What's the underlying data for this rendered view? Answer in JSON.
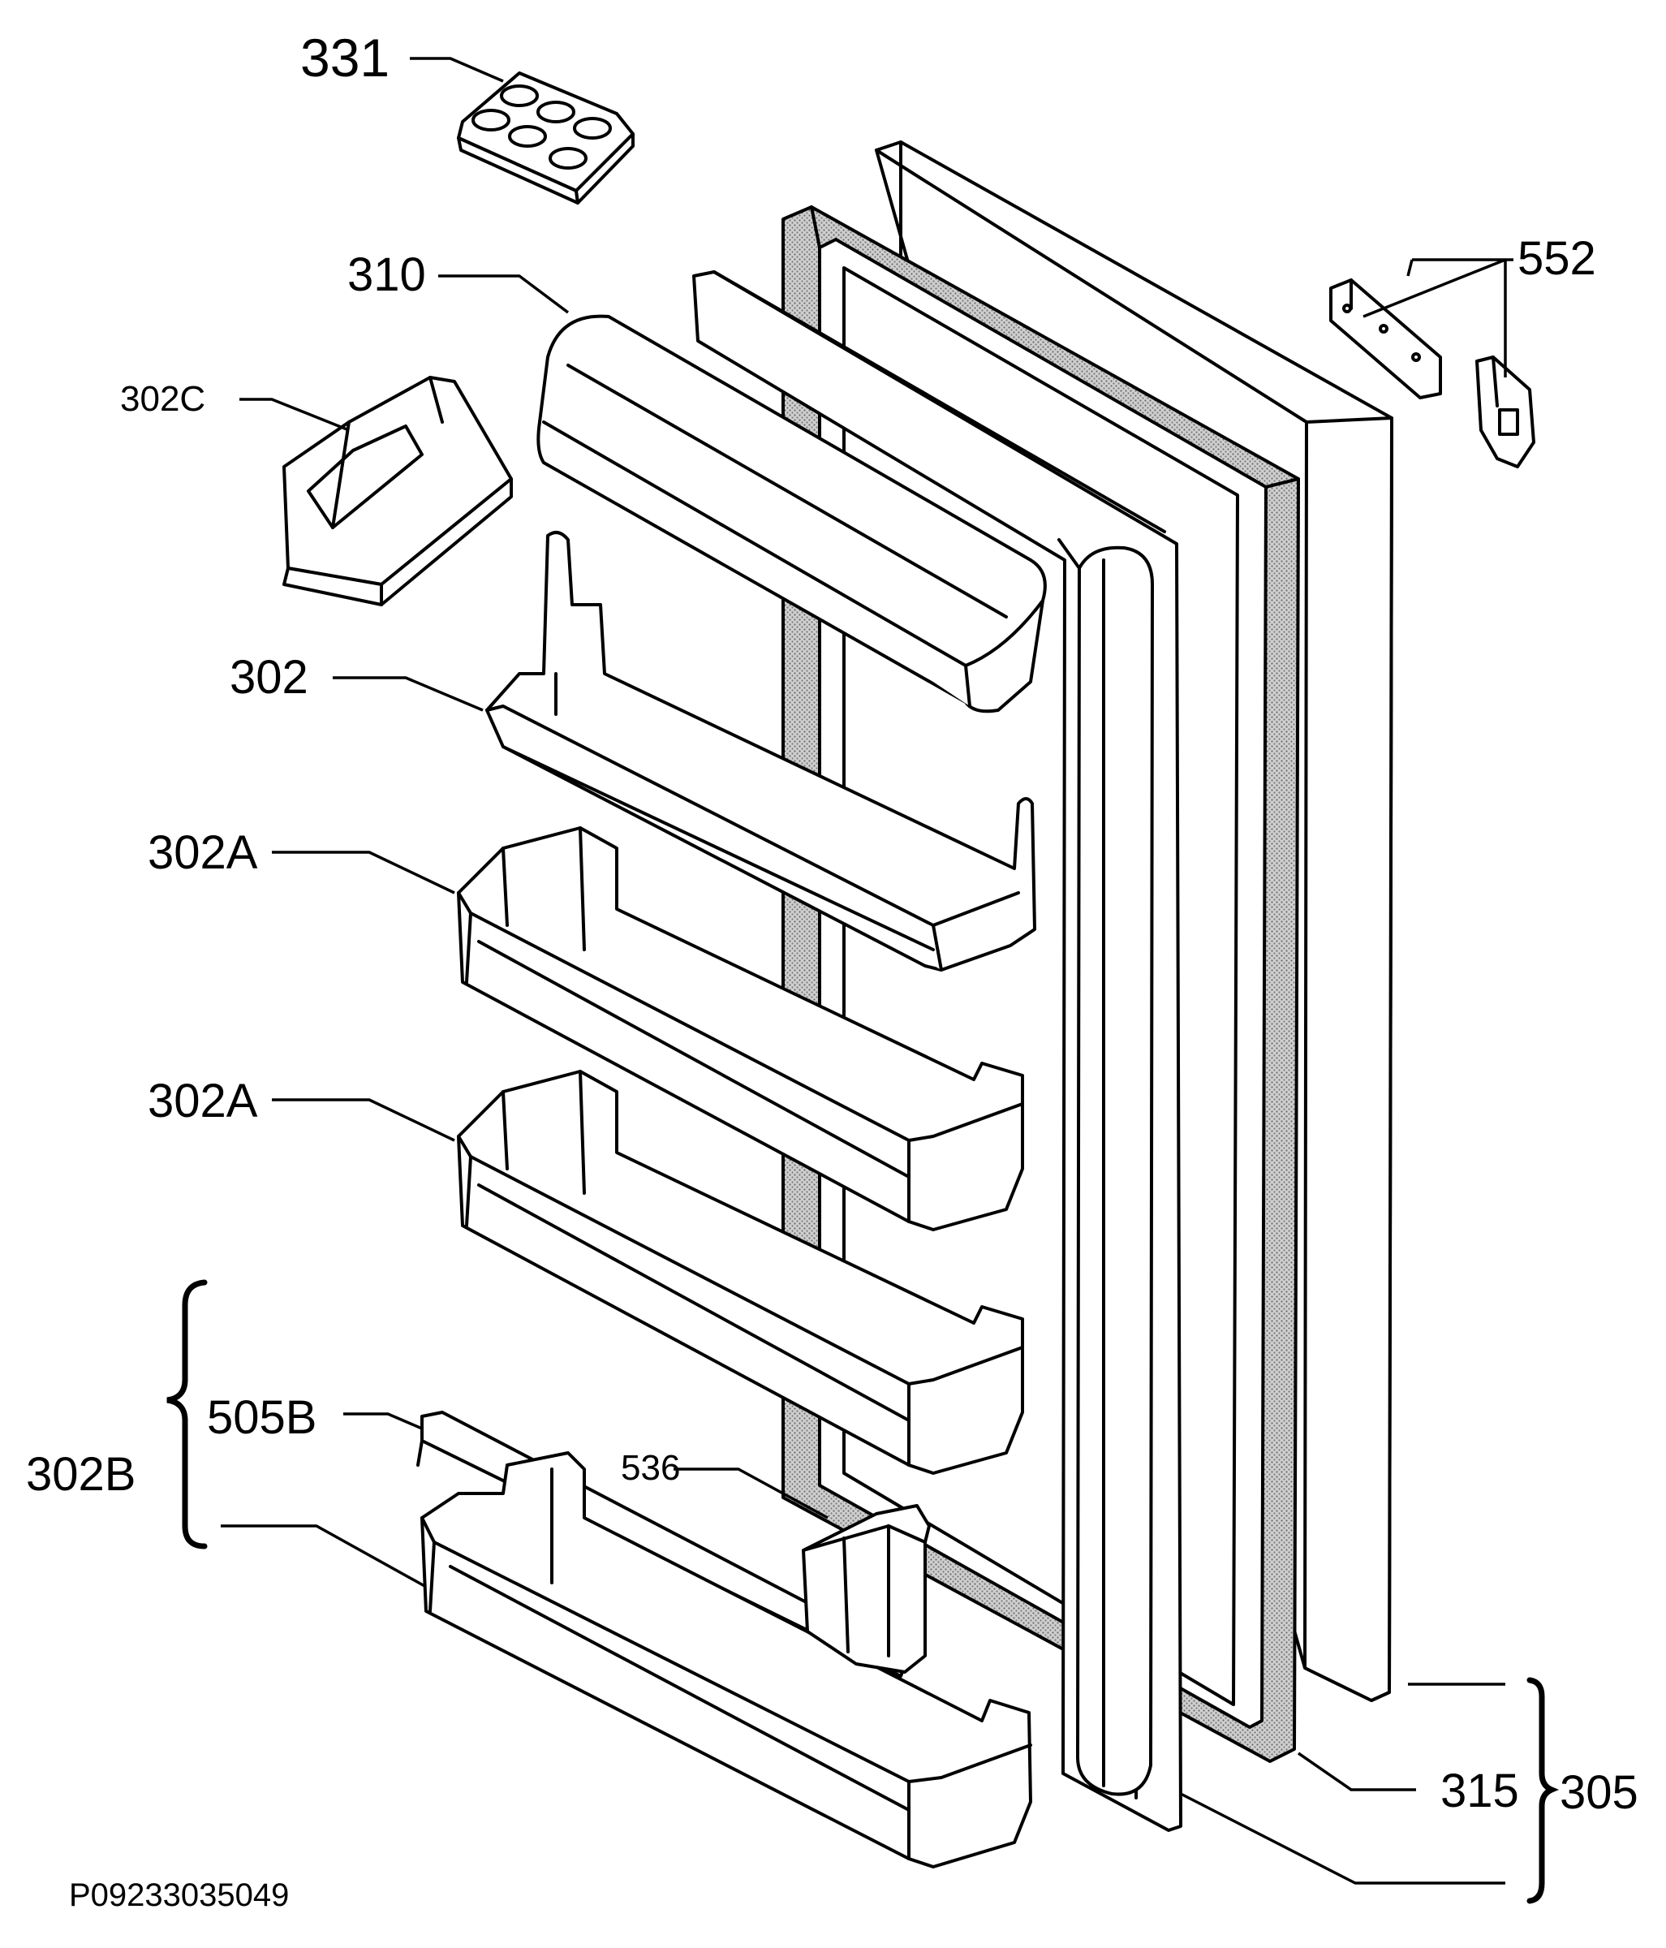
{
  "labels": {
    "egg_tray": "331",
    "top_cover": "310",
    "small_box": "302C",
    "bottle_shelf": "302",
    "door_bin_upper": "302A",
    "door_bin_lower": "302A",
    "bottom_bin_group": "302B",
    "bin_trim": "505B",
    "bottle_holder": "536",
    "hinge": "552",
    "gasket": "315",
    "door_assembly": "305"
  },
  "drawing_code": "P09233035049",
  "colors": {
    "line": "#000000",
    "fill": "#ffffff",
    "stipple": "#9a9a9a"
  }
}
